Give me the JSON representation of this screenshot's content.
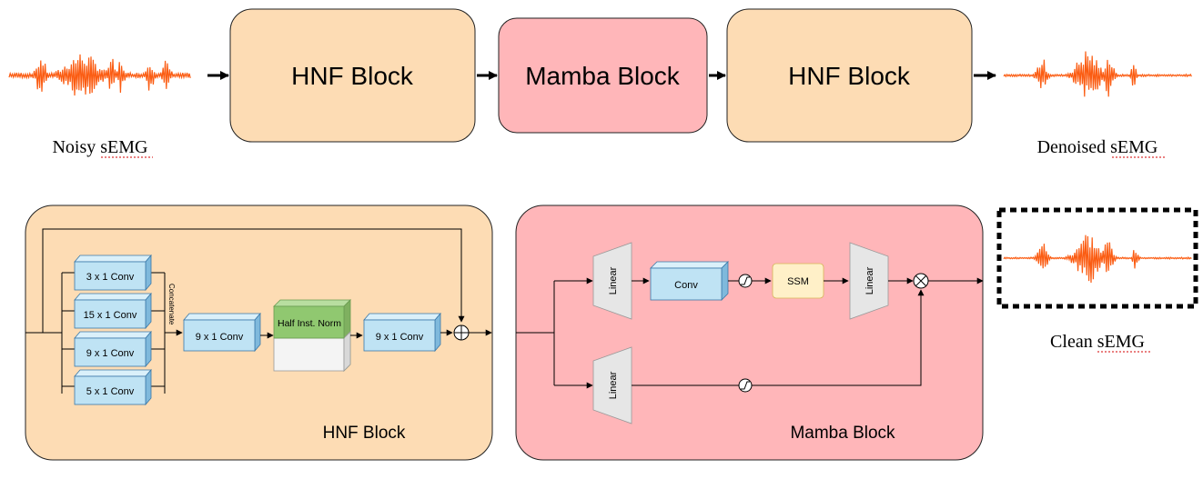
{
  "pipeline": {
    "input_label": "Noisy sEMG",
    "block1": "HNF Block",
    "block2": "Mamba Block",
    "block3": "HNF Block",
    "output_label": "Denoised sEMG"
  },
  "hnf": {
    "title": "HNF Block",
    "conv_a": "3 x 1 Conv",
    "conv_b": "15 x 1 Conv",
    "conv_c": "9 x 1 Conv",
    "conv_d": "5 x 1 Conv",
    "concat": "Concatenate",
    "conv_mid": "9 x 1 Conv",
    "norm": "Half Inst. Norm",
    "conv_out": "9 x 1 Conv"
  },
  "mamba": {
    "title": "Mamba Block",
    "linear_in_top": "Linear",
    "conv": "Conv",
    "ssm": "SSM",
    "linear_out": "Linear",
    "linear_in_bottom": "Linear"
  },
  "clean": {
    "label": "Clean sEMG"
  },
  "colors": {
    "hnf_fill": "#fddcb4",
    "mamba_fill": "#ffb6b9",
    "signal": "#fb5c12",
    "conv_fill": "#bfe3f4",
    "norm_green": "#90c870",
    "ssm_fill": "#fff0c8",
    "linear_fill": "#e6e6e6"
  }
}
